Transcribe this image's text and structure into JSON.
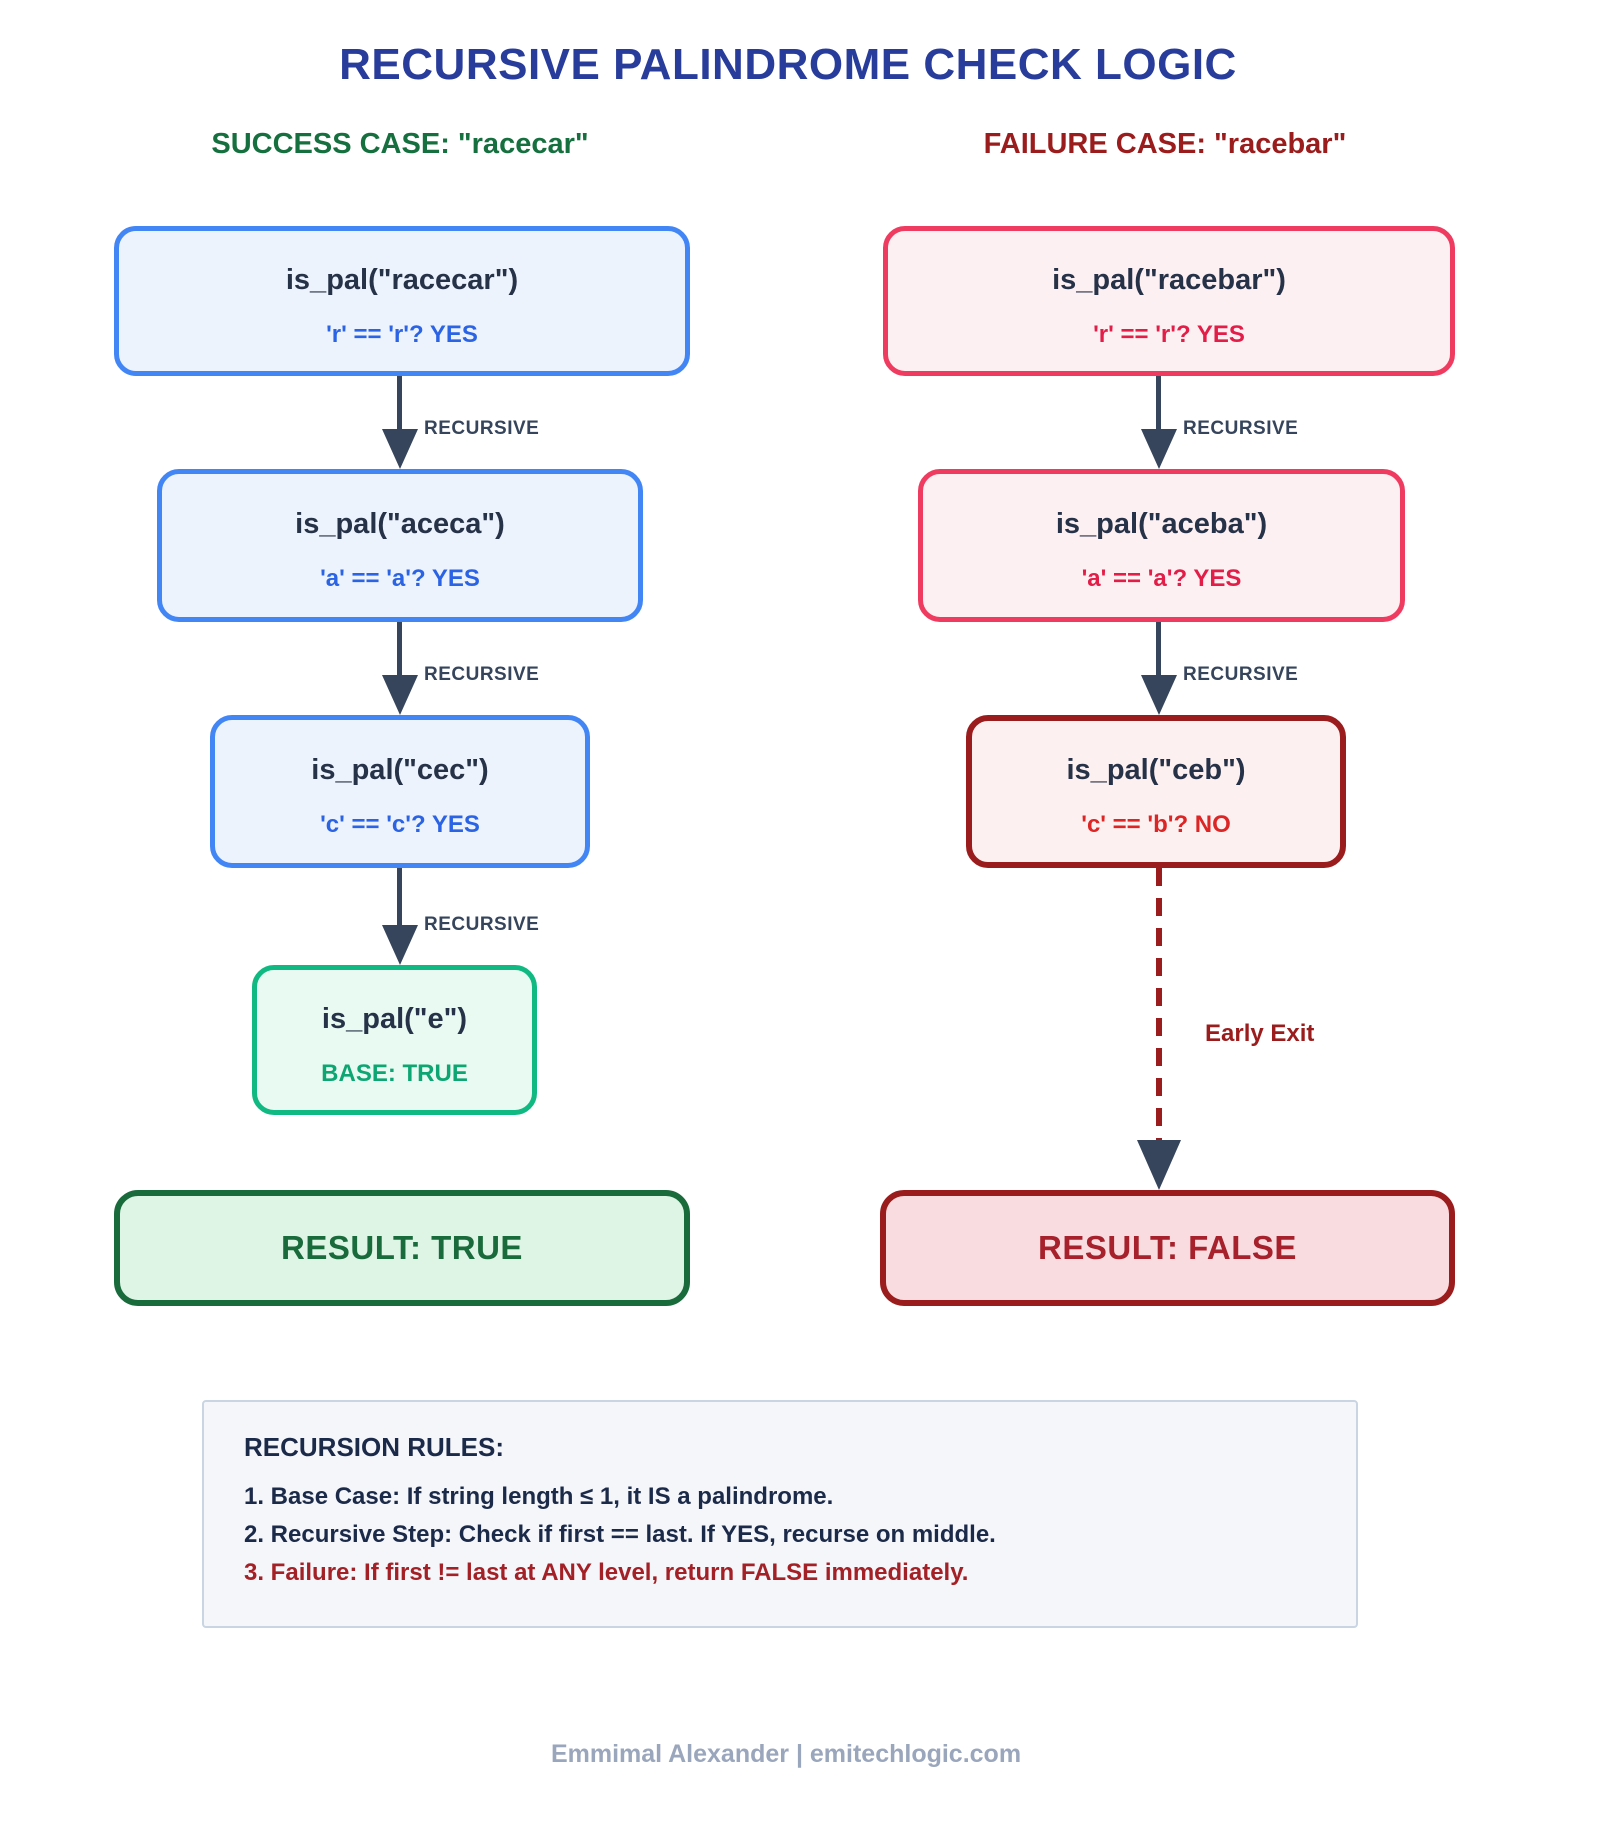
{
  "title": "RECURSIVE PALINDROME CHECK LOGIC",
  "success_column": {
    "label": "SUCCESS CASE: \"racecar\"",
    "arrow_label": "RECURSIVE",
    "steps": [
      {
        "call": "is_pal(\"racecar\")",
        "check": "'r' == 'r'? YES"
      },
      {
        "call": "is_pal(\"aceca\")",
        "check": "'a' == 'a'? YES"
      },
      {
        "call": "is_pal(\"cec\")",
        "check": "'c' == 'c'? YES"
      },
      {
        "call": "is_pal(\"e\")",
        "check": "BASE: TRUE"
      }
    ],
    "result": "RESULT: TRUE"
  },
  "failure_column": {
    "label": "FAILURE CASE: \"racebar\"",
    "arrow_label": "RECURSIVE",
    "early_exit_label": "Early Exit",
    "steps": [
      {
        "call": "is_pal(\"racebar\")",
        "check": "'r' == 'r'? YES"
      },
      {
        "call": "is_pal(\"aceba\")",
        "check": "'a' == 'a'? YES"
      },
      {
        "call": "is_pal(\"ceb\")",
        "check": "'c' == 'b'? NO"
      }
    ],
    "result": "RESULT: FALSE"
  },
  "rules": {
    "heading": "RECURSION RULES:",
    "items": [
      "1. Base Case: If string length ≤ 1, it IS a palindrome.",
      "2. Recursive Step: Check if first == last. If YES, recurse on middle.",
      "3. Failure: If first != last at ANY level, return FALSE immediately."
    ]
  },
  "footer": "Emmimal Alexander | emitechlogic.com",
  "colors": {
    "title": "#283c9b",
    "success_green": "#166f3e",
    "failure_red": "#9b1c1c",
    "blue_border": "#4285f5",
    "blue_fill": "#edf3fd",
    "blue_check": "#2a63e4",
    "rose_border": "#ee3b5f",
    "rose_fill": "#fdf0f2",
    "rose_check": "#e11d48",
    "darkred_border": "#9b1c1c",
    "red_check": "#dc2626",
    "green_border": "#10b981",
    "green_check": "#0da673",
    "result_true": "#1a6b3c",
    "result_true_fill": "#def5e6",
    "result_false_text": "#a6212b",
    "result_false_fill": "#f9dce0",
    "arrow": "#36455c",
    "node_text": "#263248",
    "footer_gray": "#9aa6bb"
  }
}
